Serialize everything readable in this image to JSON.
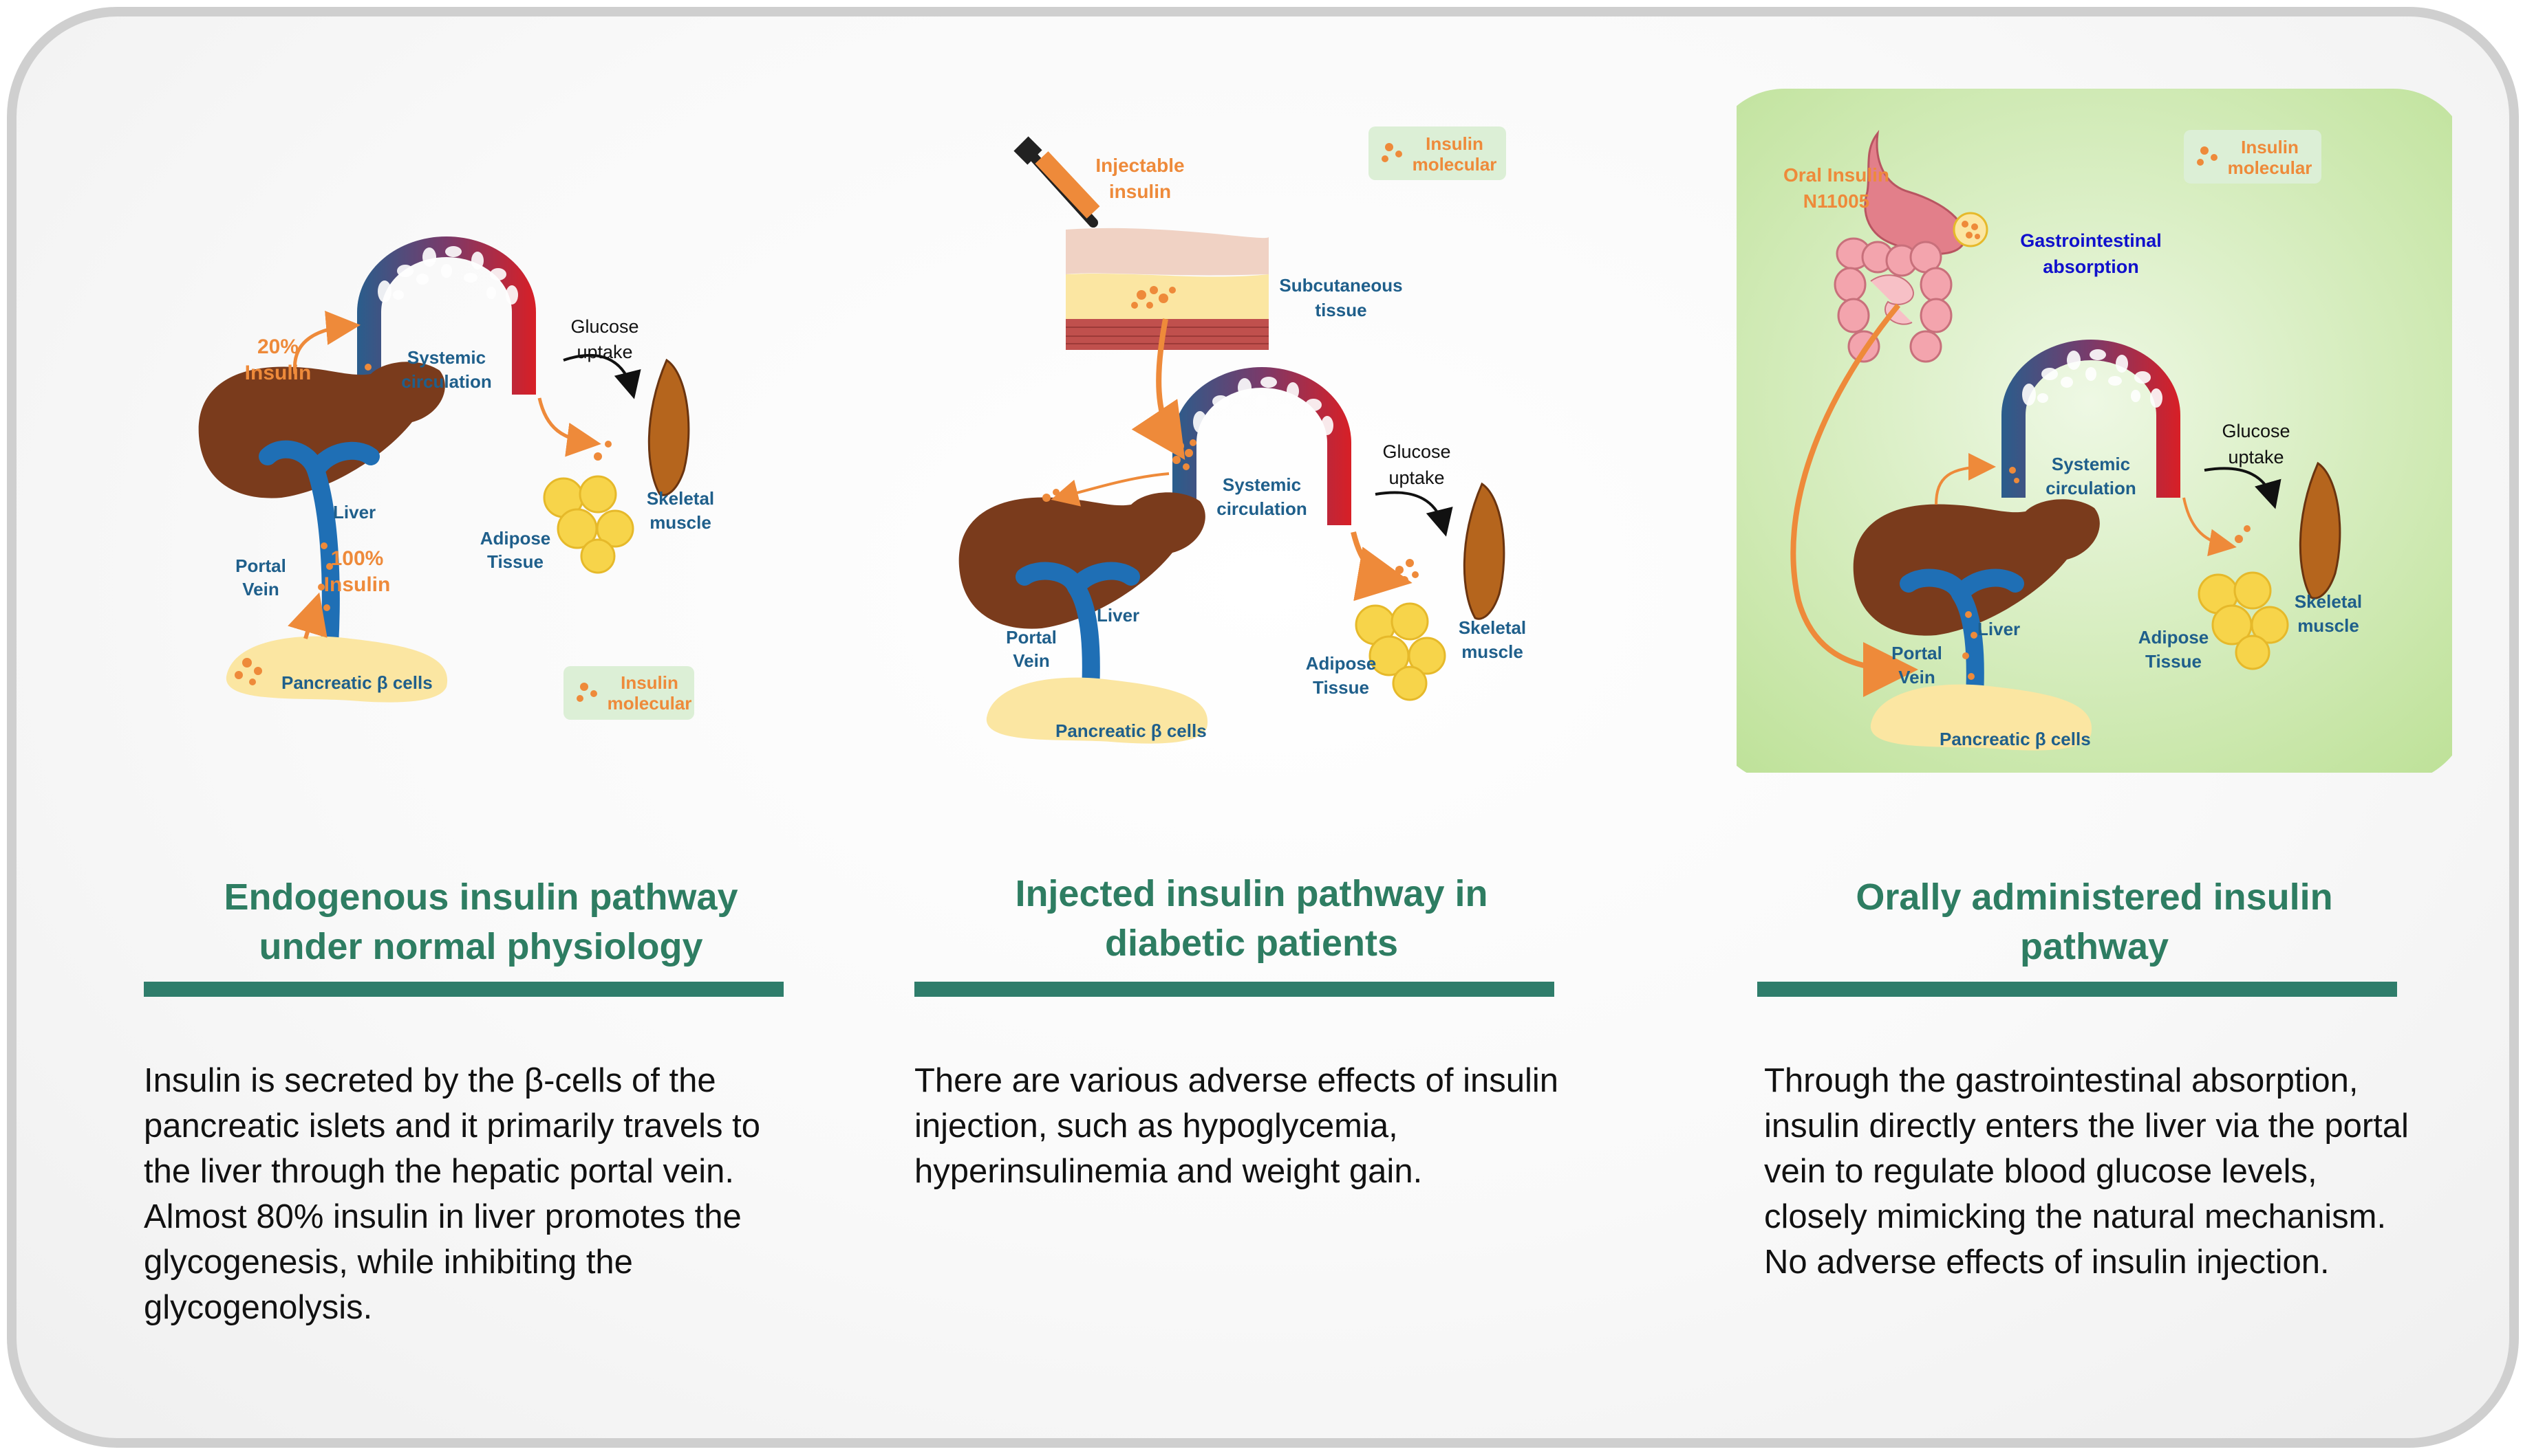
{
  "panels": [
    {
      "title_line1": "Endogenous insulin pathway",
      "title_line2": "under normal physiology",
      "description": "Insulin is secreted by the β-cells of the pancreatic islets and it primarily travels to the liver through the hepatic portal vein. Almost 80% insulin in liver promotes the glycogenesis, while inhibiting the glycogenolysis.",
      "labels": {
        "systemic_1": "Systemic",
        "systemic_2": "circulation",
        "glucose_1": "Glucose",
        "glucose_2": "uptake",
        "twenty_1": "20%",
        "twenty_2": "Insulin",
        "liver": "Liver",
        "portal_1": "Portal",
        "portal_2": "Vein",
        "hundred_1": "100%",
        "hundred_2": "Insulin",
        "pancreatic": "Pancreatic β cells",
        "adipose_1": "Adipose",
        "adipose_2": "Tissue",
        "skeletal_1": "Skeletal",
        "skeletal_2": "muscle",
        "legend_1": "Insulin",
        "legend_2": "molecular"
      }
    },
    {
      "title_line1": "Injected insulin pathway in",
      "title_line2": "diabetic patients",
      "description": "There are various adverse effects of insulin injection, such as hypoglycemia, hyperinsulinemia and weight gain.",
      "labels": {
        "injectable_1": "Injectable",
        "injectable_2": "insulin",
        "subcut_1": "Subcutaneous",
        "subcut_2": "tissue",
        "systemic_1": "Systemic",
        "systemic_2": "circulation",
        "glucose_1": "Glucose",
        "glucose_2": "uptake",
        "liver": "Liver",
        "portal_1": "Portal",
        "portal_2": "Vein",
        "pancreatic": "Pancreatic β cells",
        "adipose_1": "Adipose",
        "adipose_2": "Tissue",
        "skeletal_1": "Skeletal",
        "skeletal_2": "muscle",
        "legend_1": "Insulin",
        "legend_2": "molecular"
      }
    },
    {
      "title_line1": "Orally administered insulin",
      "title_line2": "pathway",
      "description": "Through the gastrointestinal absorption, insulin directly enters the liver via the portal vein to regulate blood glucose levels, closely mimicking the natural mechanism.\nNo adverse effects of insulin injection.",
      "labels": {
        "oral_1": "Oral Insulin",
        "oral_2": "N11005",
        "gi_1": "Gastrointestinal",
        "gi_2": "absorption",
        "systemic_1": "Systemic",
        "systemic_2": "circulation",
        "glucose_1": "Glucose",
        "glucose_2": "uptake",
        "liver": "Liver",
        "portal_1": "Portal",
        "portal_2": "Vein",
        "pancreatic": "Pancreatic β cells",
        "adipose_1": "Adipose",
        "adipose_2": "Tissue",
        "skeletal_1": "Skeletal",
        "skeletal_2": "muscle",
        "legend_1": "Insulin",
        "legend_2": "molecular"
      }
    }
  ],
  "colors": {
    "heading": "#2e7d62",
    "rule": "#2f7d6b",
    "orange": "#ee8a3a",
    "blue_label": "#1f5f8b",
    "liver": "#7a3b1c",
    "vessel_blue": "#1f6fb5",
    "pancreas": "#fbe6a2",
    "adipose": "#f7d44a",
    "muscle": "#b5651d",
    "green_bg": "#c9e8a8",
    "gi_blue": "#1010cc"
  }
}
